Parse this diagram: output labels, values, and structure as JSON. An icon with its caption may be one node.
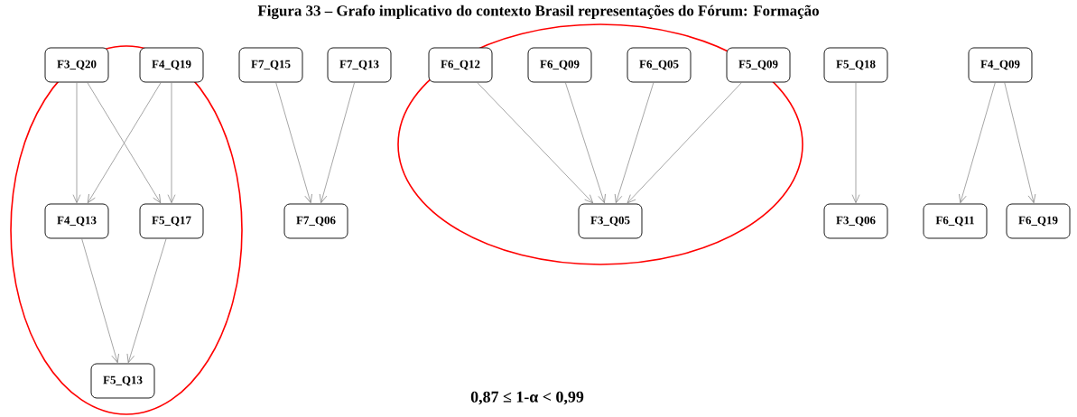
{
  "diagram": {
    "title": "Figura 33 – Grafo implicativo do contexto Brasil representações do Fórum: Formação",
    "nodes": [
      {
        "text": [
          "F3_Q20"
        ]
      },
      {
        "text": [
          "F4_Q19"
        ]
      },
      {
        "text": [
          "F7_Q15"
        ]
      },
      {
        "text": [
          "F7_Q13"
        ]
      },
      {
        "text": [
          "F6_Q12"
        ]
      },
      {
        "text": [
          "F6_Q09"
        ]
      },
      {
        "text": [
          "F6_Q05"
        ]
      },
      {
        "text": [
          "F5_Q09"
        ]
      },
      {
        "text": [
          "F5_Q18"
        ]
      },
      {
        "text": [
          "F4_Q09"
        ]
      },
      {
        "text": [
          "F4_Q13"
        ]
      },
      {
        "text": [
          "F5_Q17"
        ]
      },
      {
        "text": [
          "F7_Q06"
        ]
      },
      {
        "text": [
          "F3_Q05"
        ]
      },
      {
        "text": [
          "F3_Q06"
        ]
      },
      {
        "text": [
          "F6_Q11"
        ]
      },
      {
        "text": [
          "F6_Q19"
        ]
      },
      {
        "text": [
          "F5_Q13"
        ]
      }
    ],
    "edges": [
      {
        "from": 0,
        "to": 10,
        "arrow": "to"
      },
      {
        "from": 0,
        "to": 11,
        "arrow": "to"
      },
      {
        "from": 1,
        "to": 10,
        "arrow": "to"
      },
      {
        "from": 1,
        "to": 11,
        "arrow": "to"
      },
      {
        "from": 2,
        "to": 12,
        "arrow": "to"
      },
      {
        "from": 3,
        "to": 12,
        "arrow": "to"
      },
      {
        "from": 4,
        "to": 13,
        "arrow": "to"
      },
      {
        "from": 5,
        "to": 13,
        "arrow": "to"
      },
      {
        "from": 6,
        "to": 13,
        "arrow": "to"
      },
      {
        "from": 7,
        "to": 13,
        "arrow": "to"
      },
      {
        "from": 8,
        "to": 14,
        "arrow": "to"
      },
      {
        "from": 9,
        "to": 15,
        "arrow": "to"
      },
      {
        "from": 9,
        "to": 16,
        "arrow": "to"
      },
      {
        "from": 10,
        "to": 17,
        "arrow": "to"
      },
      {
        "from": 11,
        "to": 17,
        "arrow": "to"
      }
    ],
    "labels": [
      "0,87 ≤ 1-α < 0,99"
    ]
  }
}
